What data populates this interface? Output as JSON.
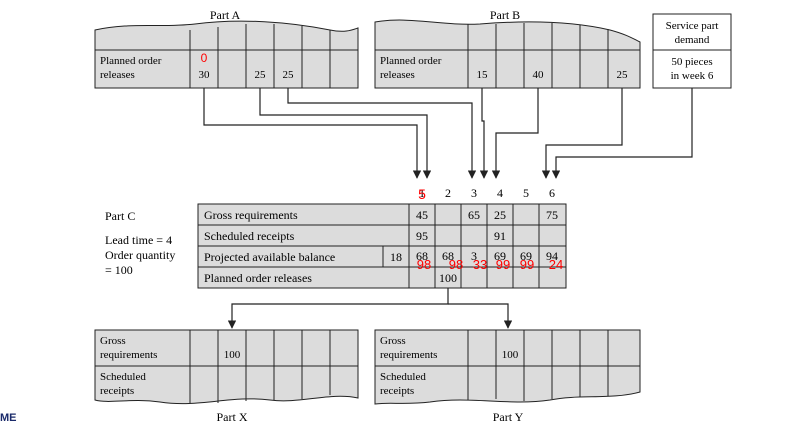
{
  "part_a": {
    "title": "Part A",
    "row_label_1": "Planned order",
    "row_label_2": "releases",
    "values": [
      "30",
      "",
      "25",
      "25",
      "",
      "",
      ""
    ],
    "annotation": "0"
  },
  "part_b": {
    "title": "Part B",
    "row_label_1": "Planned order",
    "row_label_2": "releases",
    "values": [
      "15",
      "",
      "40",
      "",
      "",
      "25"
    ]
  },
  "service": {
    "line1": "Service part",
    "line2": "demand",
    "line3": "50 pieces",
    "line4": "in week 6"
  },
  "part_c": {
    "title": "Part C",
    "lead_time": "Lead time = 4",
    "order_qty_1": "Order quantity",
    "order_qty_2": "= 100",
    "weeks": [
      "1",
      "2",
      "3",
      "4",
      "5",
      "6"
    ],
    "week_overlay": "5",
    "rows": [
      {
        "label": "Gross requirements",
        "start": "",
        "cells": [
          "45",
          "",
          "65",
          "25",
          "",
          "75"
        ]
      },
      {
        "label": "Scheduled receipts",
        "start": "",
        "cells": [
          "95",
          "",
          "",
          "91",
          "",
          ""
        ]
      },
      {
        "label": "Projected available balance",
        "start": "18",
        "cells": [
          "68",
          "68",
          "3",
          "69",
          "69",
          "94"
        ]
      },
      {
        "label": "Planned order releases",
        "start": "",
        "cells": [
          "",
          "100",
          "",
          "",
          "",
          ""
        ]
      }
    ],
    "overlay_values": [
      "98",
      "98",
      "33",
      "99",
      "99",
      "24"
    ]
  },
  "part_x": {
    "title": "Part X",
    "gross_1": "Gross",
    "gross_2": "requirements",
    "sched_1": "Scheduled",
    "sched_2": "receipts",
    "value": "100"
  },
  "part_y": {
    "title": "Part Y",
    "gross_1": "Gross",
    "gross_2": "requirements",
    "sched_1": "Scheduled",
    "sched_2": "receipts",
    "value": "100"
  },
  "corner_label": "ME",
  "colors": {
    "table_fill": "#dcdcdc",
    "line": "#222222",
    "overlay": "#ff0000"
  }
}
